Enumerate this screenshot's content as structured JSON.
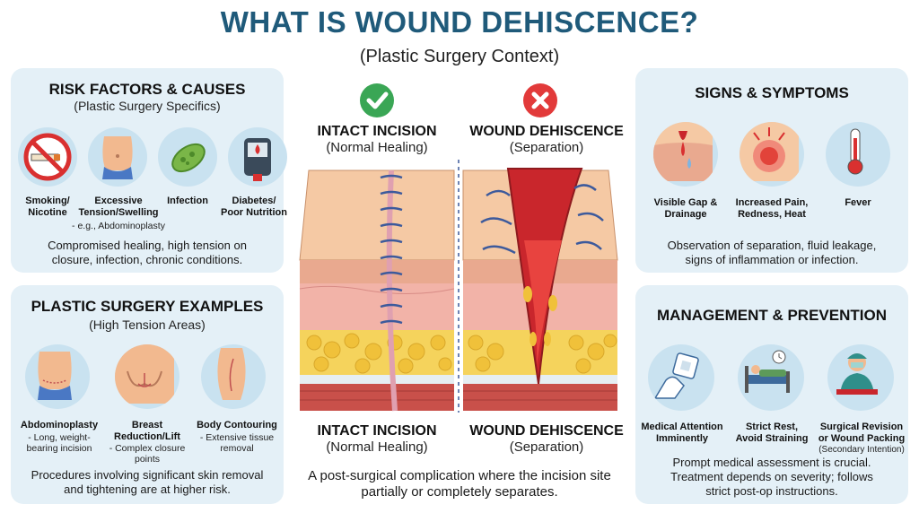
{
  "header": {
    "title": "WHAT IS WOUND DEHISCENCE?",
    "subtitle": "(Plastic Surgery Context)"
  },
  "risk": {
    "title": "RISK FACTORS & CAUSES",
    "subtitle": "(Plastic Surgery Specifics)",
    "items": [
      {
        "label": "Smoking/\nNicotine",
        "icon": "no-smoking-icon"
      },
      {
        "label": "Excessive\nTension/Swelling",
        "note": "- e.g., Abdominoplasty",
        "icon": "abdomen-icon"
      },
      {
        "label": "Infection",
        "icon": "bacteria-icon"
      },
      {
        "label": "Diabetes/\nPoor Nutrition",
        "icon": "glucose-meter-icon"
      }
    ],
    "description": "Compromised healing, high tension on closure, infection, chronic conditions."
  },
  "examples": {
    "title": "PLASTIC SURGERY EXAMPLES",
    "subtitle": "(High Tension Areas)",
    "items": [
      {
        "label": "Abdominoplasty",
        "note": "- Long, weight-\nbearing incision",
        "icon": "abdominoplasty-icon"
      },
      {
        "label": "Breast\nReduction/Lift",
        "note": "- Complex closure\npoints",
        "icon": "breast-icon"
      },
      {
        "label": "Body Contouring",
        "note": "- Extensive tissue\nremoval",
        "icon": "body-contour-icon"
      }
    ],
    "description": "Procedures involving significant skin removal and tightening are at higher risk."
  },
  "center": {
    "left_heading": "INTACT INCISION",
    "left_sub": "(Normal Healing)",
    "right_heading": "WOUND DEHISCENCE",
    "right_sub": "(Separation)",
    "caption": "A post-surgical complication where the incision site partially or completely separates.",
    "colors": {
      "check": "#3aa655",
      "cross": "#e23a3a"
    }
  },
  "signs": {
    "title": "SIGNS & SYMPTOMS",
    "items": [
      {
        "label": "Visible Gap &\nDrainage",
        "icon": "wound-gap-icon"
      },
      {
        "label": "Increased Pain,\nRedness, Heat",
        "icon": "redness-icon"
      },
      {
        "label": "Fever",
        "icon": "thermometer-icon"
      }
    ],
    "description": "Observation of separation, fluid leakage, signs of inflammation or infection."
  },
  "management": {
    "title": "MANAGEMENT & PREVENTION",
    "items": [
      {
        "label": "Medical Attention\nImminently",
        "icon": "bandage-hand-icon"
      },
      {
        "label": "Strict Rest,\nAvoid Straining",
        "icon": "bed-rest-icon"
      },
      {
        "label": "Surgical Revision\nor Wound Packing",
        "note": "(Secondary Intention)",
        "icon": "surgeon-icon"
      }
    ],
    "description": "Prompt medical assessment is crucial. Treatment depends on severity; follows strict post-op instructions."
  }
}
